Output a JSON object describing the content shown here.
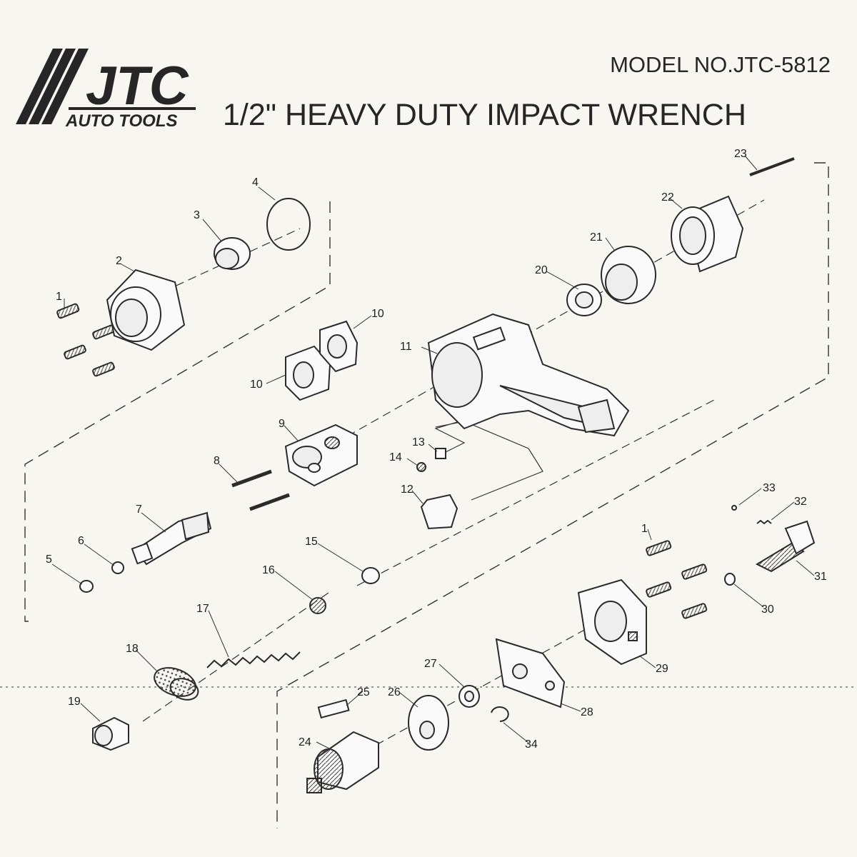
{
  "brand": {
    "logo_text": "JTC",
    "subtitle": "AUTO TOOLS"
  },
  "header": {
    "model_no": "MODEL NO.JTC-5812",
    "title": "1/2\" HEAVY DUTY  IMPACT WRENCH"
  },
  "callouts": {
    "c1a": "1",
    "c1b": "1",
    "c2": "2",
    "c3": "3",
    "c4": "4",
    "c5": "5",
    "c6": "6",
    "c7": "7",
    "c8": "8",
    "c9": "9",
    "c10a": "10",
    "c10b": "10",
    "c11": "11",
    "c12": "12",
    "c13": "13",
    "c14": "14",
    "c15": "15",
    "c16": "16",
    "c17": "17",
    "c18": "18",
    "c19": "19",
    "c20": "20",
    "c21": "21",
    "c22": "22",
    "c23": "23",
    "c24": "24",
    "c25": "25",
    "c26": "26",
    "c27": "27",
    "c28": "28",
    "c29": "29",
    "c30": "30",
    "c31": "31",
    "c32": "32",
    "c33": "33",
    "c34": "34"
  },
  "colors": {
    "ink": "#262626",
    "paper": "#f7f6f1"
  }
}
